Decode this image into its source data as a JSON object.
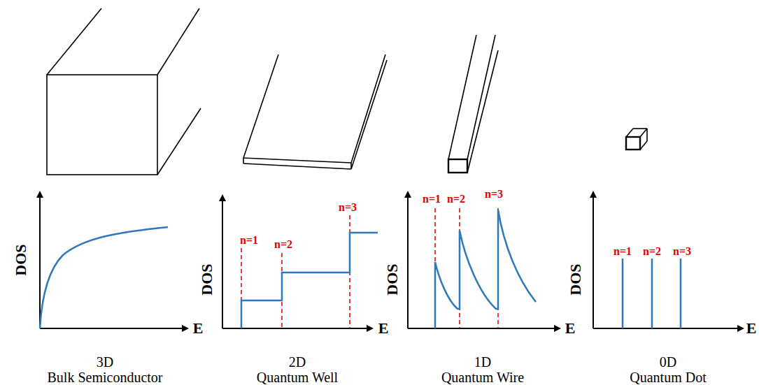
{
  "diagram": {
    "labels": [
      "DOS",
      "E",
      "3D",
      "Bulk Semiconductor",
      "n=1",
      "n=2",
      "n=3",
      "DOS",
      "E",
      "2D",
      "Quantum Well",
      "n=1",
      "n=2",
      "n=3",
      "DOS",
      "E",
      "1D",
      "Quantum Wire",
      "n=1",
      "n=2",
      "n=3",
      "DOS",
      "E",
      "0D",
      "Quantum Dot"
    ]
  }
}
